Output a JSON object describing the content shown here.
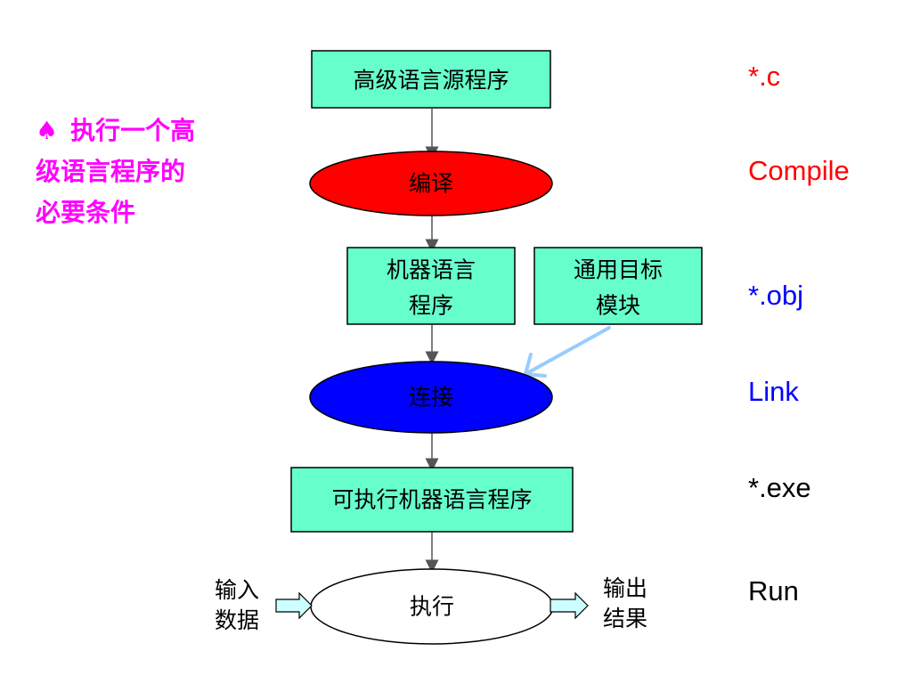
{
  "heading": {
    "bullet": "♠",
    "text": "执行一个高\n级语言程序的\n必要条件",
    "color": "#ff00ff"
  },
  "nodes": {
    "source": "高级语言源程序",
    "compile": "编译",
    "machine_line1": "机器语言",
    "machine_line2": "程序",
    "library_line1": "通用目标",
    "library_line2": "模块",
    "link": "连接",
    "executable": "可执行机器语言程序",
    "execute": "执行"
  },
  "side": {
    "input_line1": "输入",
    "input_line2": "数据",
    "output_line1": "输出",
    "output_line2": "结果"
  },
  "right_labels": {
    "c_ext": "*.c",
    "compile": "Compile",
    "obj_ext": "*.obj",
    "link": "Link",
    "exe_ext": "*.exe",
    "run": "Run"
  },
  "colors": {
    "box_fill": "#66ffcc",
    "compile_fill": "#ff0000",
    "link_fill": "#0000ff",
    "execute_fill": "#ffffff",
    "red_label": "#ff0000",
    "blue_label": "#0000ff",
    "black_label": "#000000",
    "link_arrow": "#99ccff",
    "side_arrow_fill": "#ccffff"
  }
}
